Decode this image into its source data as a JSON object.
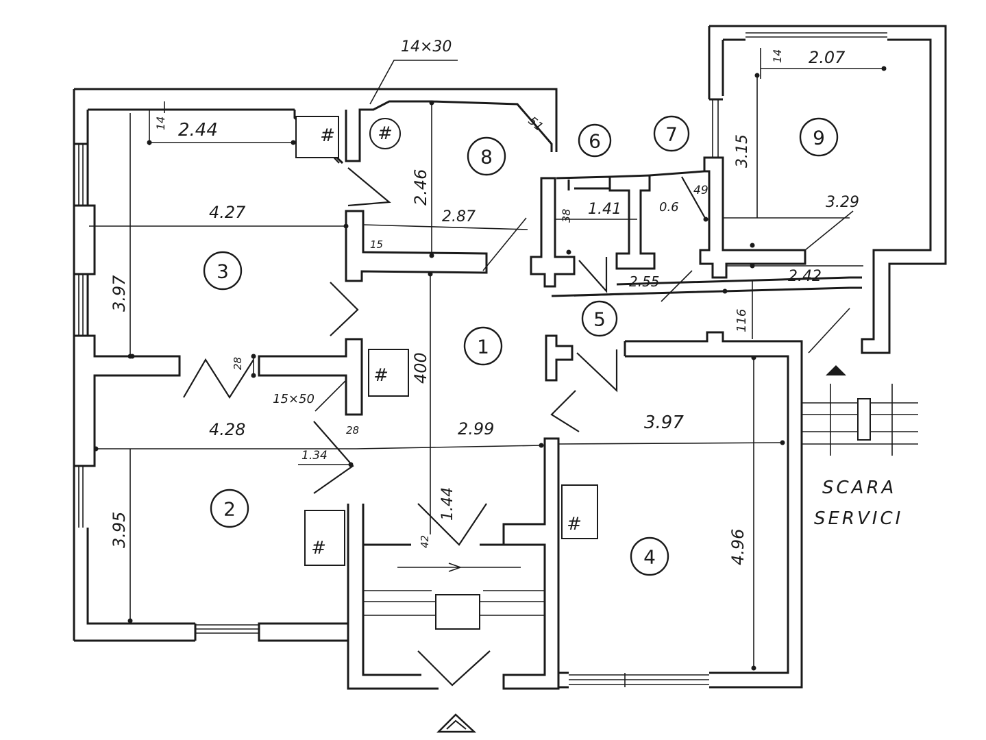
{
  "rooms": [
    {
      "id": "1",
      "label": "1"
    },
    {
      "id": "2",
      "label": "2"
    },
    {
      "id": "3",
      "label": "3"
    },
    {
      "id": "4",
      "label": "4"
    },
    {
      "id": "5",
      "label": "5"
    },
    {
      "id": "6",
      "label": "6"
    },
    {
      "id": "7",
      "label": "7"
    },
    {
      "id": "8",
      "label": "8"
    },
    {
      "id": "9",
      "label": "9"
    }
  ],
  "dimensions": {
    "d_14x30": "14×30",
    "d_14_a": "14",
    "d_244": "2.44",
    "d_51": "51",
    "d_246": "2.46",
    "d_427": "4.27",
    "d_287": "2.87",
    "d_15": "15",
    "d_397_left": "3.97",
    "d_38": "38",
    "d_141": "1.41",
    "d_06": "0.6",
    "d_49": "49",
    "d_14_b": "14",
    "d_207": "2.07",
    "d_315": "3.15",
    "d_329": "3.29",
    "d_255": "2.55",
    "d_242": "2.42",
    "d_116": "116",
    "d_400": "400",
    "d_28_a": "28",
    "d_15x50": "15×50",
    "d_428": "4.28",
    "d_28_b": "28",
    "d_299": "2.99",
    "d_397_right": "3.97",
    "d_134": "1.34",
    "d_395": "3.95",
    "d_144": "1.44",
    "d_42": "42",
    "d_496": "4.96"
  },
  "flue_mark": "#",
  "stair_label": {
    "line1": "SCARA",
    "line2": "SERVICI"
  }
}
